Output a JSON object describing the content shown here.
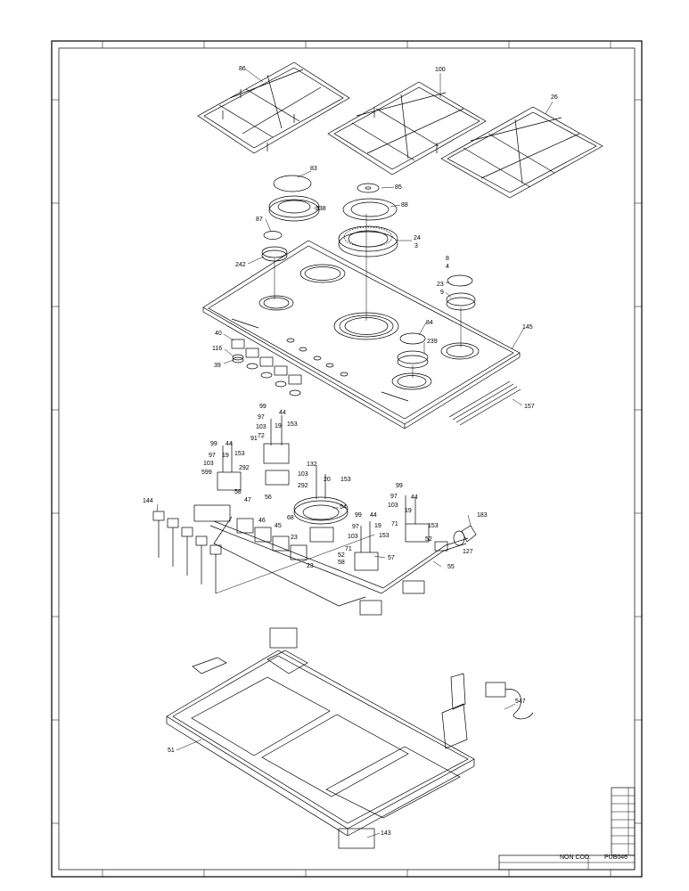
{
  "title_block": {
    "left_text": "NON COD.",
    "right_text": "PUB046"
  },
  "callouts": [
    {
      "id": "c86",
      "text": "86"
    },
    {
      "id": "c100",
      "text": "100"
    },
    {
      "id": "c26",
      "text": "26"
    },
    {
      "id": "c83",
      "text": "83"
    },
    {
      "id": "c85",
      "text": "85"
    },
    {
      "id": "c238",
      "text": "238"
    },
    {
      "id": "c88",
      "text": "88"
    },
    {
      "id": "c87",
      "text": "87"
    },
    {
      "id": "c24",
      "text": "24"
    },
    {
      "id": "c3",
      "text": "3"
    },
    {
      "id": "c8",
      "text": "8"
    },
    {
      "id": "c4",
      "text": "4"
    },
    {
      "id": "c242",
      "text": "242"
    },
    {
      "id": "c23a",
      "text": "23"
    },
    {
      "id": "c9",
      "text": "9"
    },
    {
      "id": "c84",
      "text": "84"
    },
    {
      "id": "c239",
      "text": "239"
    },
    {
      "id": "c145",
      "text": "145"
    },
    {
      "id": "c40",
      "text": "40"
    },
    {
      "id": "c116",
      "text": "116"
    },
    {
      "id": "c39",
      "text": "39"
    },
    {
      "id": "c157",
      "text": "157"
    },
    {
      "id": "c99a",
      "text": "99"
    },
    {
      "id": "c97a",
      "text": "97"
    },
    {
      "id": "c44a",
      "text": "44"
    },
    {
      "id": "c103a",
      "text": "103"
    },
    {
      "id": "c19a",
      "text": "19"
    },
    {
      "id": "c153a",
      "text": "153"
    },
    {
      "id": "c72",
      "text": "72"
    },
    {
      "id": "c91",
      "text": "91"
    },
    {
      "id": "c99b",
      "text": "99"
    },
    {
      "id": "c44b",
      "text": "44"
    },
    {
      "id": "c97b",
      "text": "97"
    },
    {
      "id": "c19b",
      "text": "19"
    },
    {
      "id": "c153b",
      "text": "153"
    },
    {
      "id": "c103b",
      "text": "103"
    },
    {
      "id": "c599",
      "text": "599"
    },
    {
      "id": "c292a",
      "text": "292"
    },
    {
      "id": "c132",
      "text": "132"
    },
    {
      "id": "c103c",
      "text": "103"
    },
    {
      "id": "c20",
      "text": "20"
    },
    {
      "id": "c153c",
      "text": "153"
    },
    {
      "id": "c292b",
      "text": "292"
    },
    {
      "id": "c99c",
      "text": "99"
    },
    {
      "id": "c97c",
      "text": "97"
    },
    {
      "id": "c44c",
      "text": "44"
    },
    {
      "id": "c103d",
      "text": "103"
    },
    {
      "id": "c19c",
      "text": "19"
    },
    {
      "id": "c71a",
      "text": "71"
    },
    {
      "id": "c153d",
      "text": "153"
    },
    {
      "id": "c183",
      "text": "183"
    },
    {
      "id": "c144",
      "text": "144"
    },
    {
      "id": "c58a",
      "text": "58"
    },
    {
      "id": "c47",
      "text": "47"
    },
    {
      "id": "c56",
      "text": "56"
    },
    {
      "id": "c68",
      "text": "68"
    },
    {
      "id": "c54",
      "text": "54"
    },
    {
      "id": "c46",
      "text": "46"
    },
    {
      "id": "c45",
      "text": "45"
    },
    {
      "id": "c23b",
      "text": "23"
    },
    {
      "id": "c23c",
      "text": "23"
    },
    {
      "id": "c99d",
      "text": "99"
    },
    {
      "id": "c97d",
      "text": "97"
    },
    {
      "id": "c103e",
      "text": "103"
    },
    {
      "id": "c44d",
      "text": "44"
    },
    {
      "id": "c19d",
      "text": "19"
    },
    {
      "id": "c153e",
      "text": "153"
    },
    {
      "id": "c52a",
      "text": "52"
    },
    {
      "id": "c127",
      "text": "127"
    },
    {
      "id": "c71b",
      "text": "71"
    },
    {
      "id": "c52b",
      "text": "52"
    },
    {
      "id": "c58b",
      "text": "58"
    },
    {
      "id": "c57",
      "text": "57"
    },
    {
      "id": "c55",
      "text": "55"
    },
    {
      "id": "c547",
      "text": "547"
    },
    {
      "id": "c51",
      "text": "51"
    },
    {
      "id": "c143",
      "text": "143"
    }
  ]
}
